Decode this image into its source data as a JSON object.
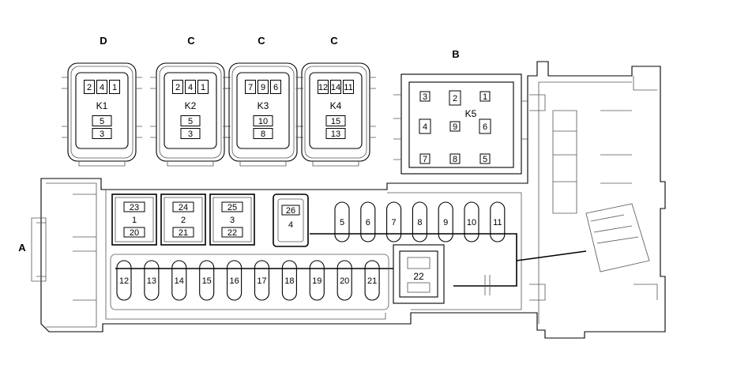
{
  "callouts": {
    "a": "A",
    "b": "B",
    "c1": "C",
    "c2": "C",
    "c3": "C",
    "d": "D"
  },
  "relays": [
    {
      "name": "K1",
      "top": [
        "2",
        "4",
        "1"
      ],
      "bottom": [
        "5",
        "3"
      ]
    },
    {
      "name": "K2",
      "top": [
        "2",
        "4",
        "1"
      ],
      "bottom": [
        "5",
        "3"
      ]
    },
    {
      "name": "K3",
      "top": [
        "7",
        "9",
        "6"
      ],
      "bottom": [
        "10",
        "8"
      ]
    },
    {
      "name": "K4",
      "top": [
        "12",
        "14",
        "11"
      ],
      "bottom": [
        "15",
        "13"
      ]
    }
  ],
  "k5": {
    "name": "K5",
    "pins": [
      "3",
      "2",
      "1",
      "4",
      "9",
      "6",
      "7",
      "8",
      "5"
    ]
  },
  "big_fuses": [
    {
      "top": "23",
      "mid": "1",
      "bot": "20"
    },
    {
      "top": "24",
      "mid": "2",
      "bot": "21"
    },
    {
      "top": "25",
      "mid": "3",
      "bot": "22"
    }
  ],
  "fuse4": {
    "top": "26",
    "mid": "4"
  },
  "upper_fuses": [
    "5",
    "6",
    "7",
    "8",
    "9",
    "10",
    "11"
  ],
  "lower_fuses": [
    "12",
    "13",
    "14",
    "15",
    "16",
    "17",
    "18",
    "19",
    "20",
    "21"
  ],
  "fuse22": "22"
}
